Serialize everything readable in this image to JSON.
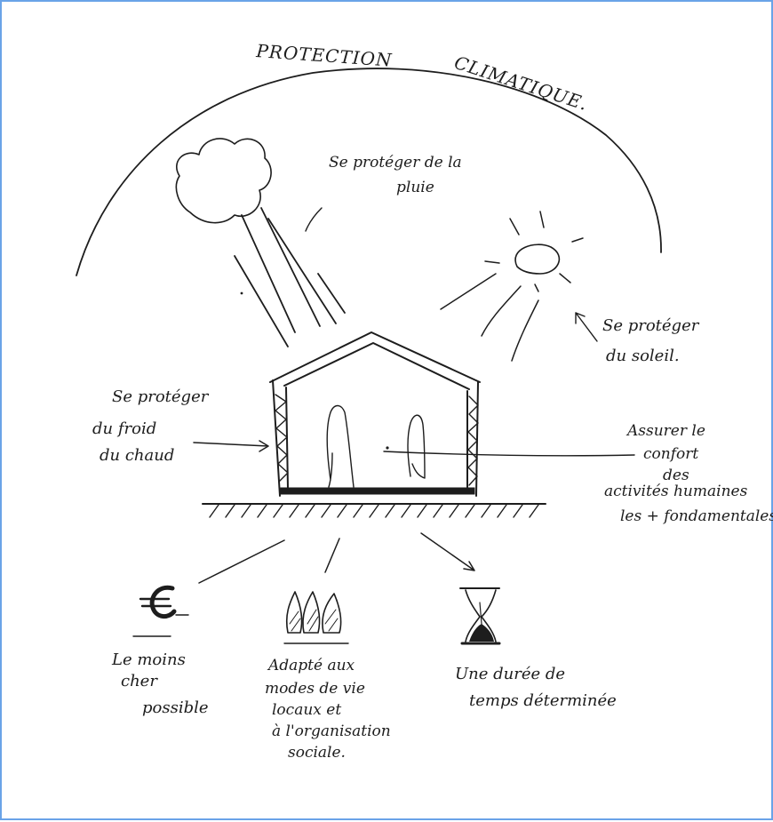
{
  "arc_title": {
    "part1": "PROTECTION",
    "part2": "CLIMATIQUE."
  },
  "annotations": {
    "rain": [
      "Se protéger de la",
      "pluie"
    ],
    "sun": [
      "Se protéger",
      "du soleil."
    ],
    "cold": [
      "Se protéger",
      "du froid",
      "du chaud"
    ],
    "activities": [
      "Assurer le",
      "confort",
      "des",
      "activités humaines",
      "les + fondamentales"
    ],
    "cost": [
      "Le moins",
      "cher",
      "possible"
    ],
    "adapted": [
      "Adapté aux",
      "modes de vie",
      "locaux et",
      "à l'organisation",
      "sociale."
    ],
    "duration": [
      "Une durée de",
      "temps déterminée"
    ]
  },
  "symbols": {
    "cost": "euro-icon",
    "adapted": "flames-icon",
    "duration": "hourglass-icon"
  },
  "colors": {
    "frame": "#6aa3e8",
    "ink": "#1d1d1d"
  }
}
